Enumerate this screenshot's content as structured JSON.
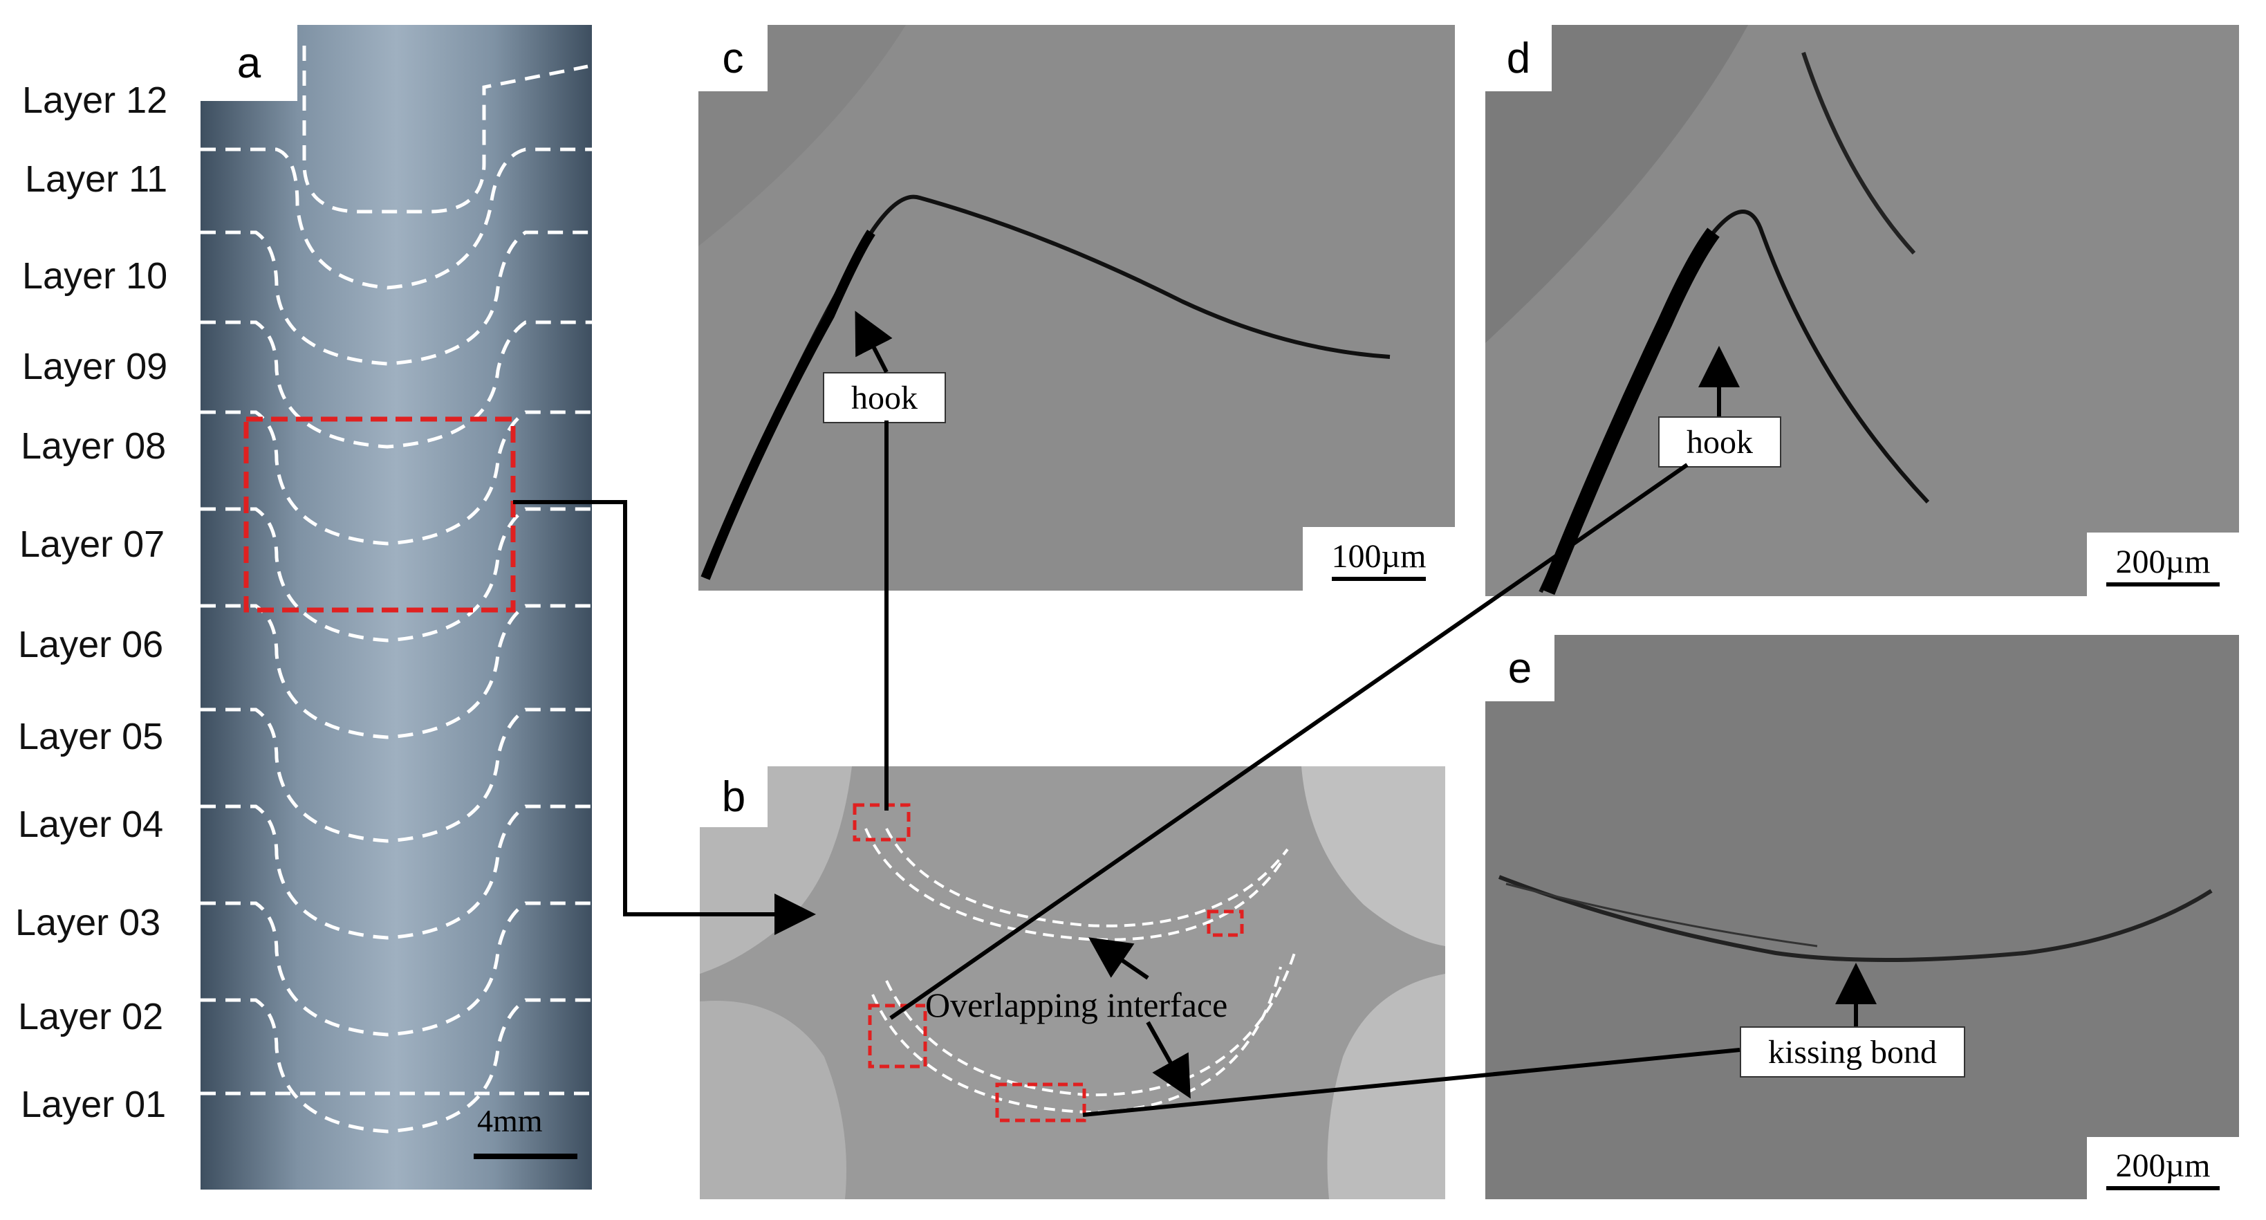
{
  "panels": {
    "a": {
      "letter": "a",
      "scale_label": "4mm"
    },
    "b": {
      "letter": "b",
      "annotation": "Overlapping interface"
    },
    "c": {
      "letter": "c",
      "callout": "hook",
      "scale_label": "100µm"
    },
    "d": {
      "letter": "d",
      "callout": "hook",
      "scale_label": "200µm"
    },
    "e": {
      "letter": "e",
      "callout": "kissing bond",
      "scale_label": "200µm"
    }
  },
  "layers": [
    "Layer 12",
    "Layer 11",
    "Layer 10",
    "Layer 09",
    "Layer 08",
    "Layer 07",
    "Layer 06",
    "Layer 05",
    "Layer 04",
    "Layer 03",
    "Layer 02",
    "Layer 01"
  ],
  "colors": {
    "highlight_box": "#e02020",
    "dashed_boundary": "#ffffff",
    "leader_line": "#000000",
    "panel_a_bg": "#7d8fa0",
    "micrograph_bg": "#8a8a8a"
  }
}
